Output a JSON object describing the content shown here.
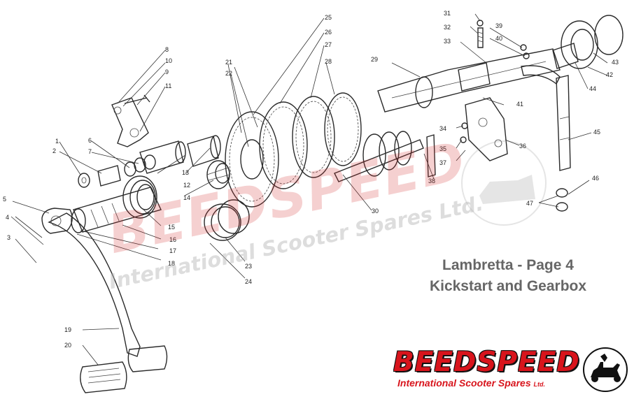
{
  "caption": {
    "line1": "Lambretta - Page 4",
    "line2": "Kickstart and Gearbox"
  },
  "watermark": {
    "brand": "BEEDSPEED",
    "tagline": "International Scooter Spares Ltd."
  },
  "logo": {
    "brand": "BEEDSPEED",
    "tagline": "International Scooter Spares",
    "suffix": "Ltd.",
    "emblem_icon": "scooter-icon",
    "color": "#d8141c"
  },
  "part_numbers": [
    "1",
    "2",
    "3",
    "4",
    "5",
    "6",
    "7",
    "8",
    "9",
    "10",
    "11",
    "12",
    "13",
    "14",
    "15",
    "16",
    "17",
    "18",
    "19",
    "20",
    "21",
    "22",
    "23",
    "24",
    "25",
    "26",
    "27",
    "28",
    "29",
    "30",
    "31",
    "32",
    "33",
    "34",
    "35",
    "36",
    "37",
    "38",
    "39",
    "40",
    "41",
    "42",
    "43",
    "44",
    "45",
    "46",
    "47"
  ]
}
